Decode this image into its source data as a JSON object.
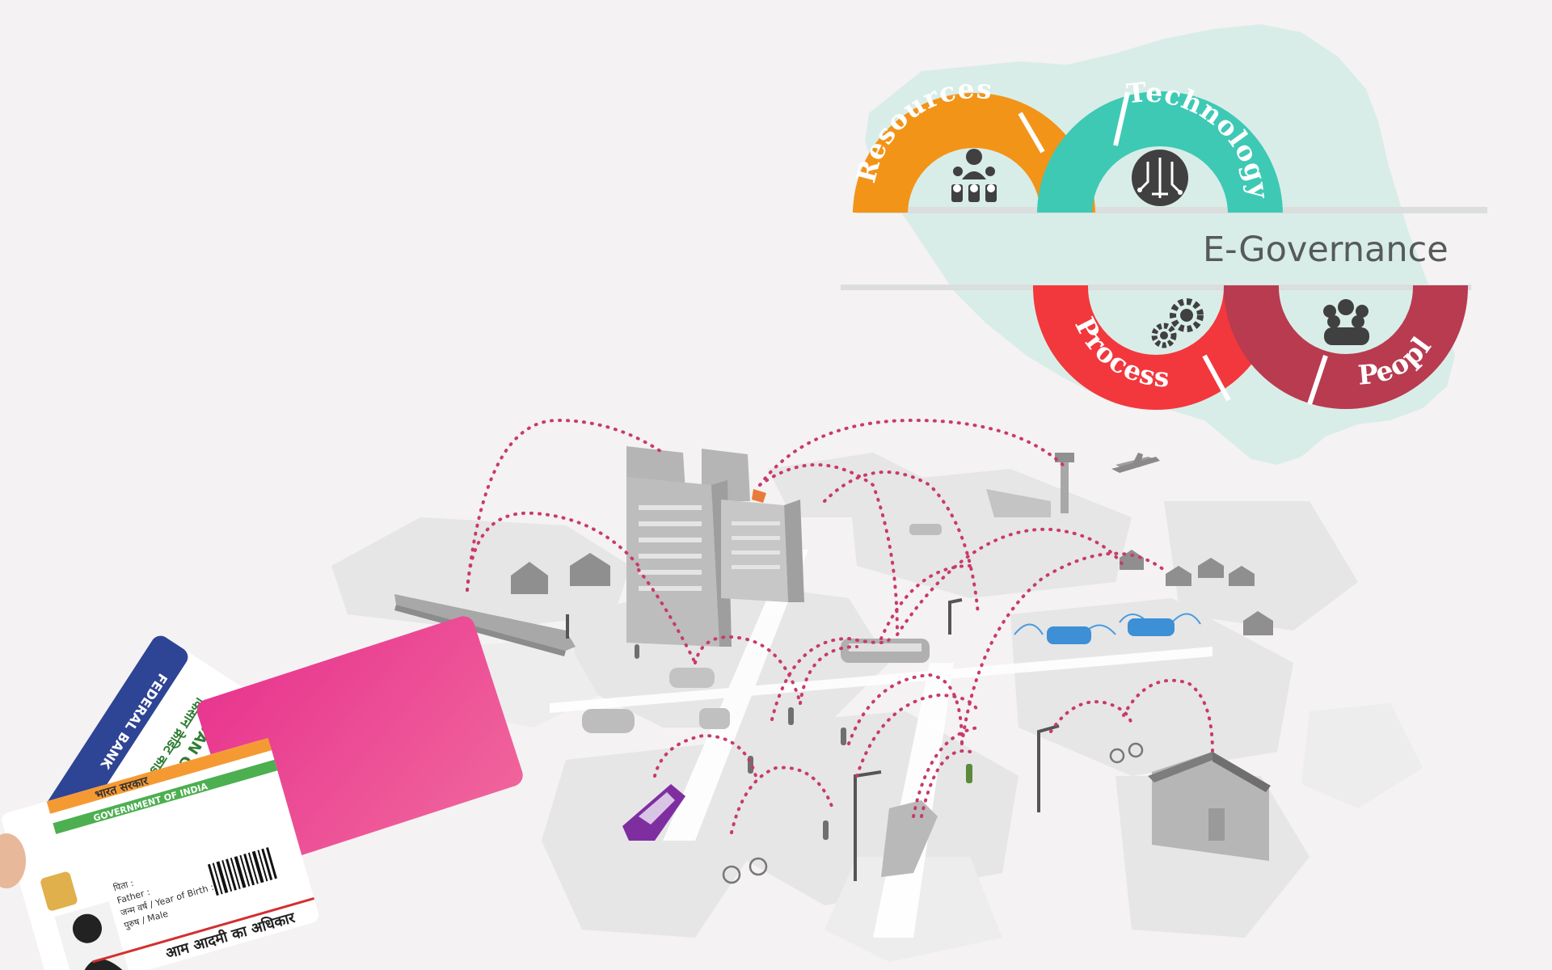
{
  "diagram": {
    "title": "E-Governance",
    "pillars": [
      {
        "label": "Resources",
        "color": "#f29418",
        "icon": "people-network-icon"
      },
      {
        "label": "Technology",
        "color": "#3ec9b5",
        "icon": "circuit-brain-icon"
      },
      {
        "label": "Process",
        "color": "#f2383d",
        "icon": "gears-icon"
      },
      {
        "label": "People",
        "color": "#b83b50",
        "icon": "crowd-icon"
      }
    ],
    "colors": {
      "map": "#d4ece5",
      "connection": "#c93a6b",
      "ground": "#e6e6e6",
      "building": "#bdbdbd"
    }
  },
  "cards": {
    "bank_name": "FEDERAL BANK",
    "kisan_hindi": "किसान क्रेडिट कार्ड",
    "kisan_card": "KISAN CARD",
    "govt_hindi": "भारत सरकार",
    "govt_india": "GOVERNMENT OF INDIA",
    "father_hindi": "पिता :",
    "father": "Father :",
    "dob": "जन्म वर्ष / Year of Birth :",
    "gender": "पुरुष / Male",
    "footer_hindi": "आम आदमी का अधिकार"
  }
}
